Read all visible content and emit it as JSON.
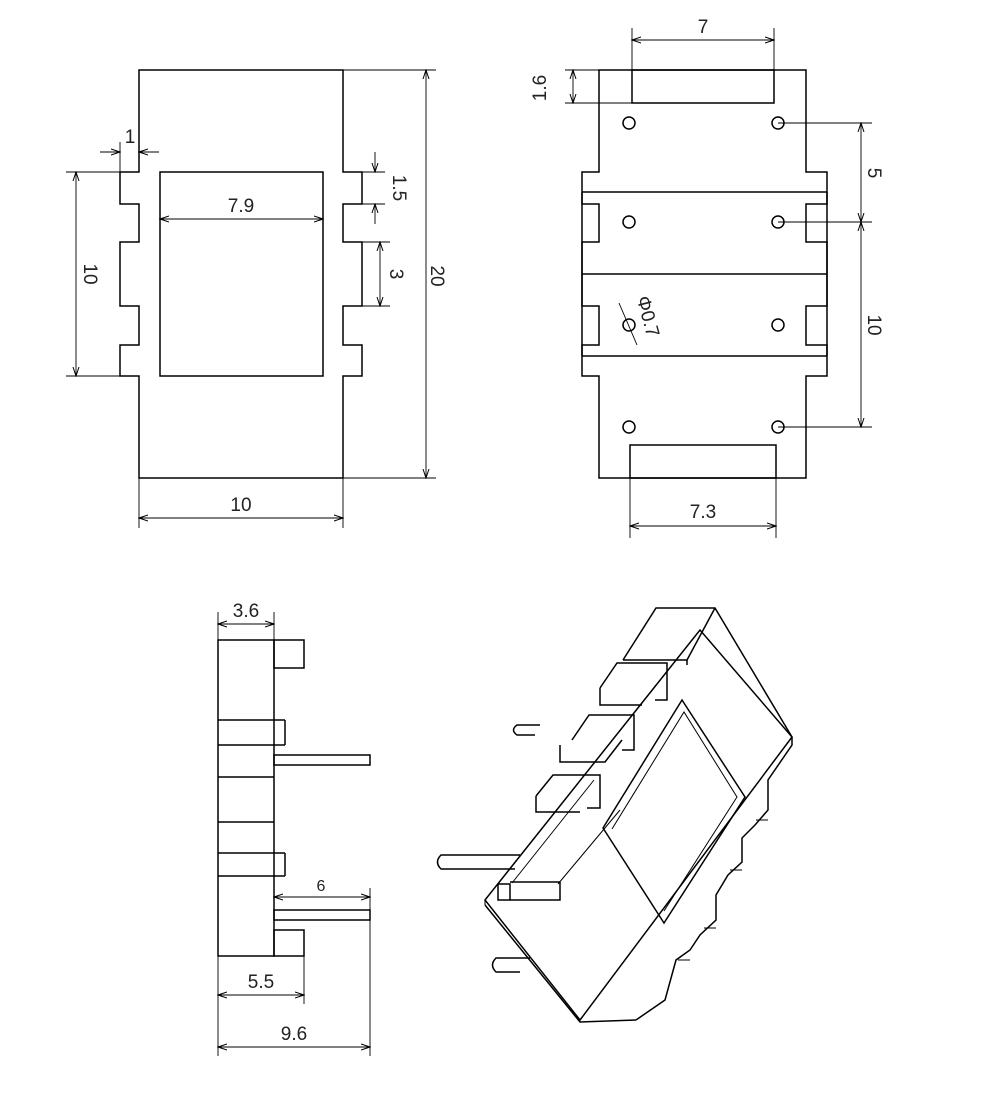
{
  "front_view": {
    "height": "20",
    "width": "10",
    "window_width": "7.9",
    "pin_pitch_span": "10",
    "notch_depth": "1",
    "notch_width": "1.5",
    "notch_pitch": "3"
  },
  "top_view": {
    "top_slot_width": "7",
    "top_slot_depth": "1.6",
    "row_pitch": "5",
    "pin_span": "10",
    "hole_diameter": "Φ0.7",
    "bottom_slot_width": "7.3"
  },
  "side_view": {
    "top_width": "3.6",
    "pin_length": "6",
    "body_depth": "5.5",
    "overall_depth": "9.6"
  }
}
